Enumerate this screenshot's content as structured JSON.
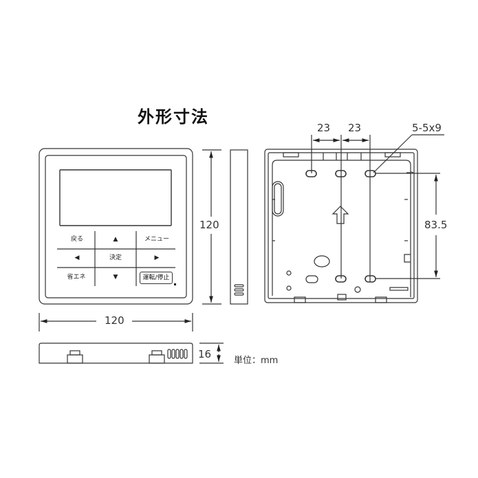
{
  "title": "外形寸法",
  "front_view": {
    "buttons": {
      "back": "戻る",
      "up": "▲",
      "menu": "メニュー",
      "left": "◀",
      "enter": "決定",
      "right": "▶",
      "energy_save": "省エネ",
      "down": "▼",
      "run_stop": "運転/停止"
    },
    "width_dim": "120",
    "height_dim": "120"
  },
  "side_view": {
    "depth_dim": "16"
  },
  "back_view": {
    "hole_spacing_1": "23",
    "hole_spacing_2": "23",
    "hole_spec": "5-5x9",
    "vertical_spacing": "83.5"
  },
  "unit_label": "単位：mm",
  "colors": {
    "line": "#333333",
    "background": "#ffffff"
  }
}
